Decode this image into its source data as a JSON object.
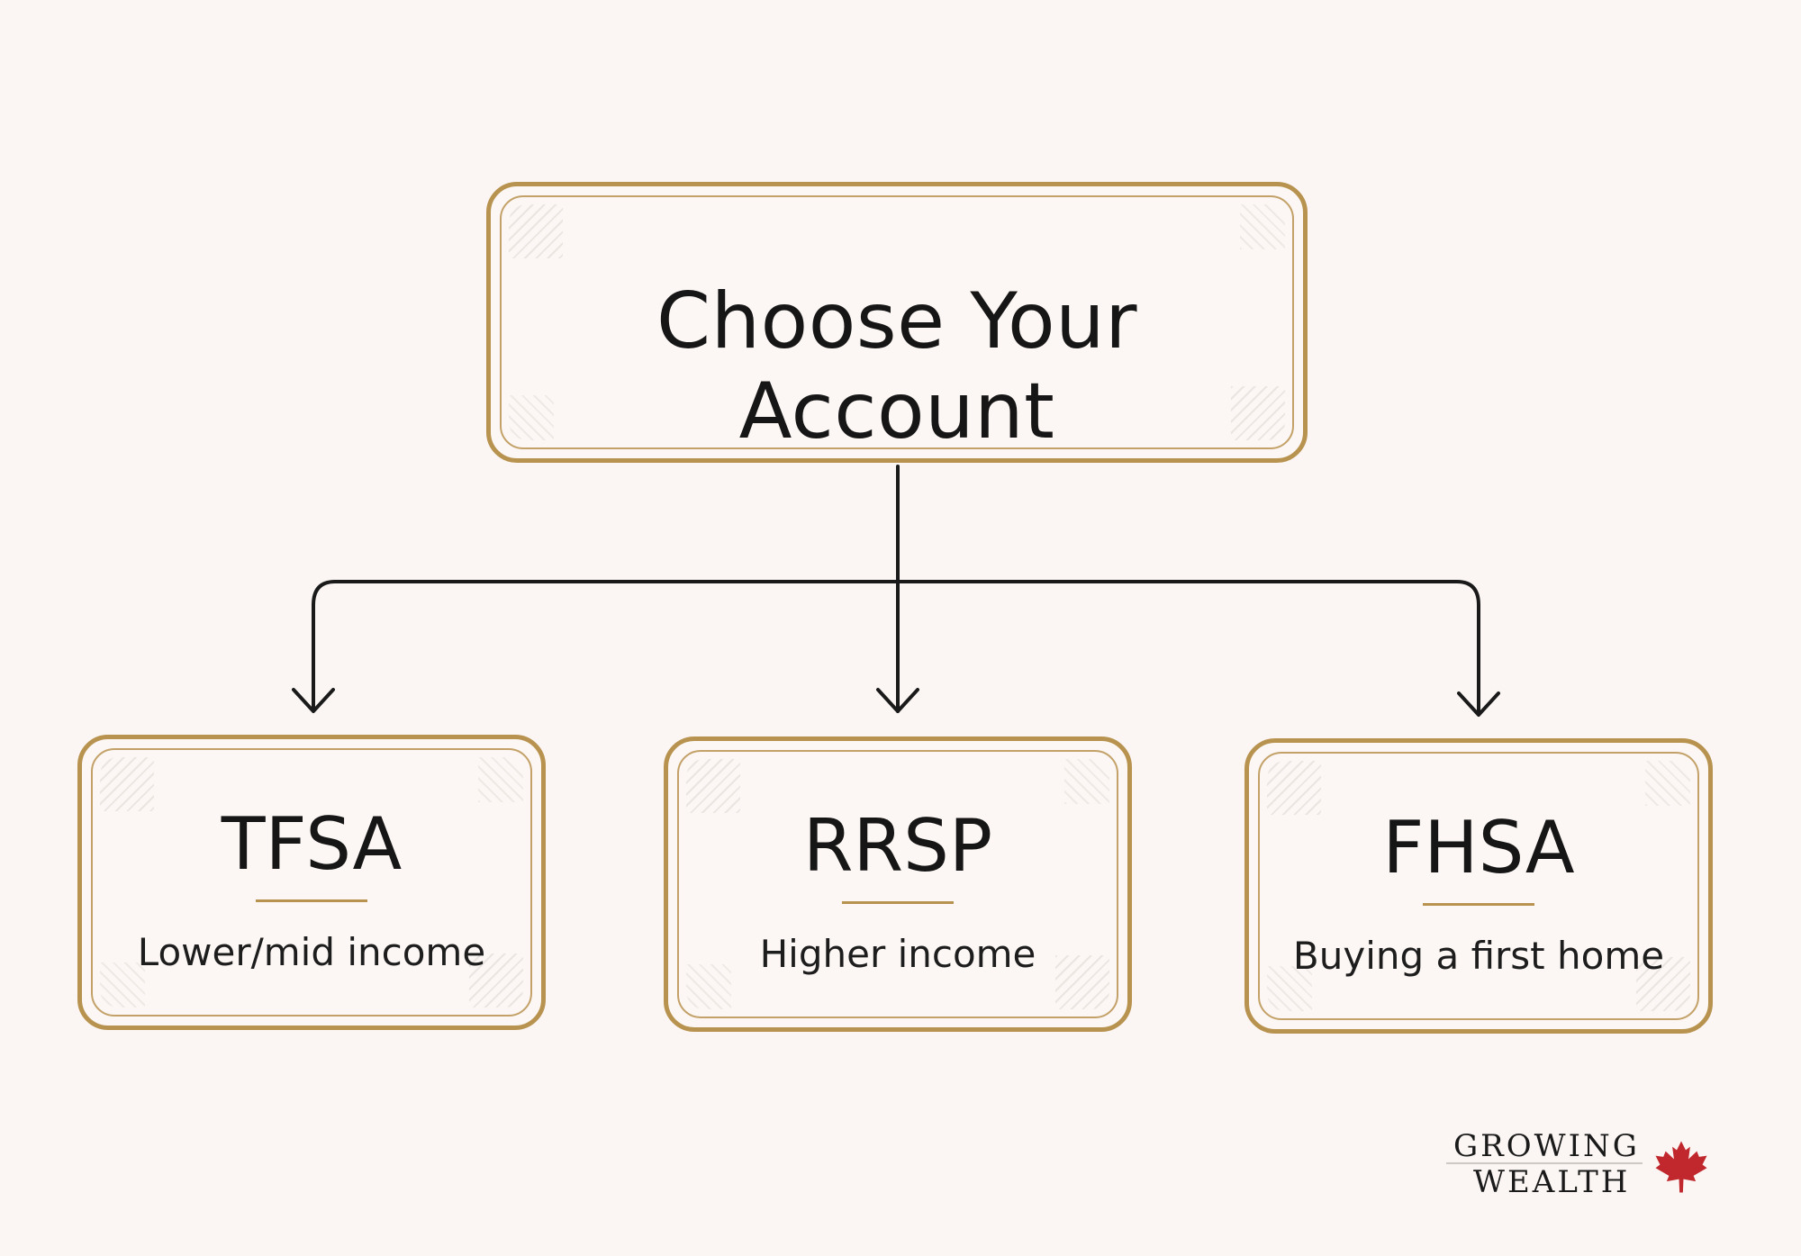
{
  "root": {
    "title": "Choose Your Account"
  },
  "accounts": [
    {
      "name": "TFSA",
      "description": "Lower/mid income"
    },
    {
      "name": "RRSP",
      "description": "Higher income"
    },
    {
      "name": "FHSA",
      "description": "Buying a first home"
    }
  ],
  "logo": {
    "line1": "GROWING",
    "line2": "WEALTH",
    "icon": "maple-leaf-icon"
  },
  "colors": {
    "background": "#fbf6f3",
    "border_gold": "#b8924f",
    "text": "#161616",
    "connector": "#1a1a1a",
    "leaf_red": "#c0282d"
  }
}
